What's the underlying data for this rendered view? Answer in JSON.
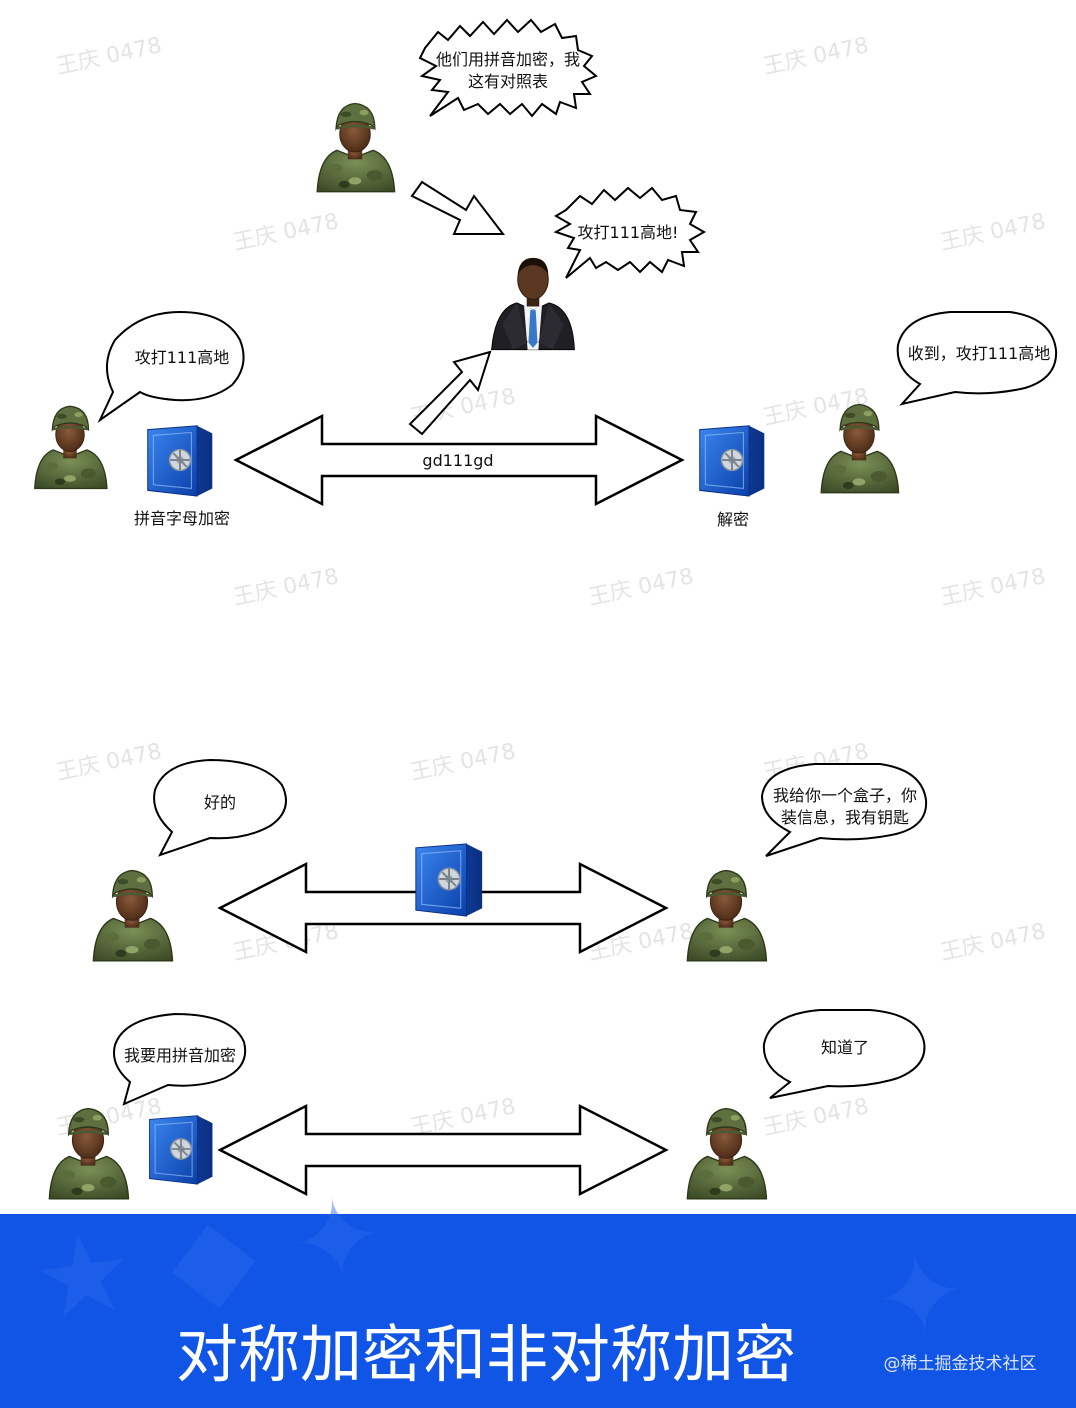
{
  "watermark_text": "王庆 0478",
  "top_section": {
    "spy_bubble_line1": "他们用拼音加密，我",
    "spy_bubble_line2": "这有对照表",
    "boss_bubble": "攻打111高地!",
    "left_bubble": "攻打111高地",
    "right_bubble": "收到，攻打111高地",
    "cipher_text": "gd111gd",
    "encrypt_label": "拼音字母加密",
    "decrypt_label": "解密"
  },
  "bottom_section": {
    "row1_left_bubble": "好的",
    "row1_right_bubble_line1": "我给你一个盒子，你",
    "row1_right_bubble_line2": "装信息，我有钥匙",
    "row2_left_bubble": "我要用拼音加密",
    "row2_right_bubble": "知道了"
  },
  "banner": {
    "title": "对称加密和非对称加密",
    "credit": "@稀土掘金技术社区",
    "background_color": "#1155e6"
  }
}
